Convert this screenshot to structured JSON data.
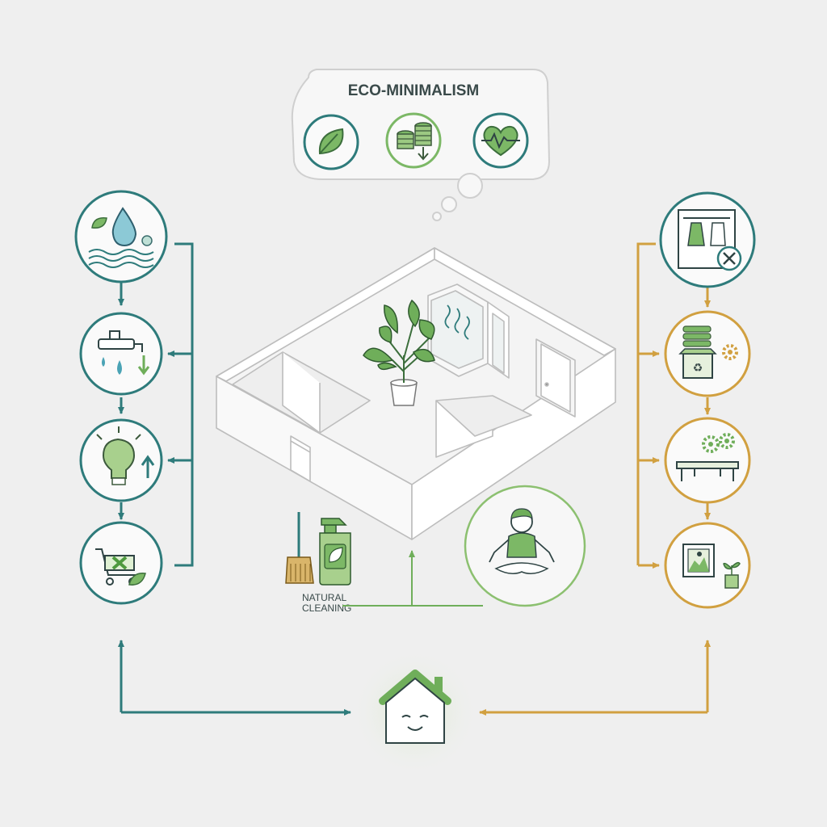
{
  "title": "ECO-MINIMALISM",
  "cleaning_label": [
    "NATURAL",
    "CLEANING"
  ],
  "bubble_icons": [
    "leaf-icon",
    "coins-savings-icon",
    "heart-pulse-icon"
  ],
  "left_chain_icons": [
    "water-conservation-icon",
    "faucet-water-saving-icon",
    "energy-bulb-icon",
    "shopping-cart-reduce-icon"
  ],
  "right_chain_icons": [
    "wardrobe-declutter-icon",
    "recycle-storage-icon",
    "minimal-furniture-icon",
    "wall-art-plant-icon"
  ],
  "colors": {
    "teal": "#2e7b7b",
    "gold": "#d1a040",
    "green": "#6fae5a",
    "light_green": "#a8d08d",
    "background": "#efefef"
  }
}
